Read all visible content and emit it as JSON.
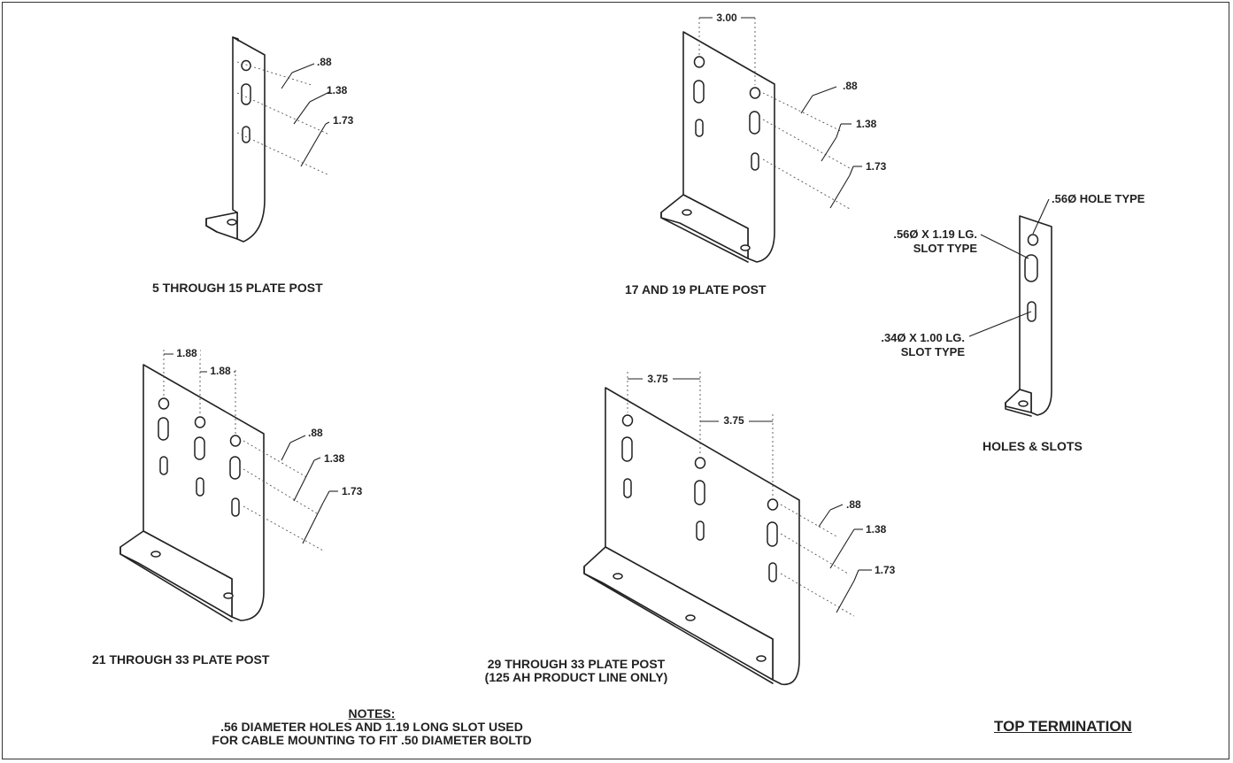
{
  "diagram": {
    "views": [
      {
        "caption": "5 THROUGH 15 PLATE POST",
        "dims": [
          ".88",
          "1.38",
          "1.73"
        ]
      },
      {
        "caption": "17 AND 19 PLATE POST",
        "top_dim": "3.00",
        "dims": [
          ".88",
          "1.38",
          "1.73"
        ]
      },
      {
        "caption": "21 THROUGH 33 PLATE POST",
        "top_dims": [
          "1.88",
          "1.88"
        ],
        "dims": [
          ".88",
          "1.38",
          "1.73"
        ]
      },
      {
        "caption_line1": "29 THROUGH 33 PLATE POST",
        "caption_line2": "(125 AH PRODUCT LINE ONLY)",
        "top_dims": [
          "3.75",
          "3.75"
        ],
        "dims": [
          ".88",
          "1.38",
          "1.73"
        ]
      },
      {
        "caption": "HOLES & SLOTS",
        "callouts": {
          "hole": ".56Ø HOLE TYPE",
          "slot_large_line1": ".56Ø X 1.19 LG.",
          "slot_large_line2": "SLOT TYPE",
          "slot_small_line1": ".34Ø X 1.00 LG.",
          "slot_small_line2": "SLOT TYPE"
        }
      }
    ],
    "notes": {
      "heading": "NOTES:",
      "line1": ".56 DIAMETER HOLES AND 1.19 LONG SLOT USED",
      "line2": "FOR CABLE MOUNTING TO FIT .50 DIAMETER BOLTD"
    },
    "sheet_title": "TOP TERMINATION"
  }
}
